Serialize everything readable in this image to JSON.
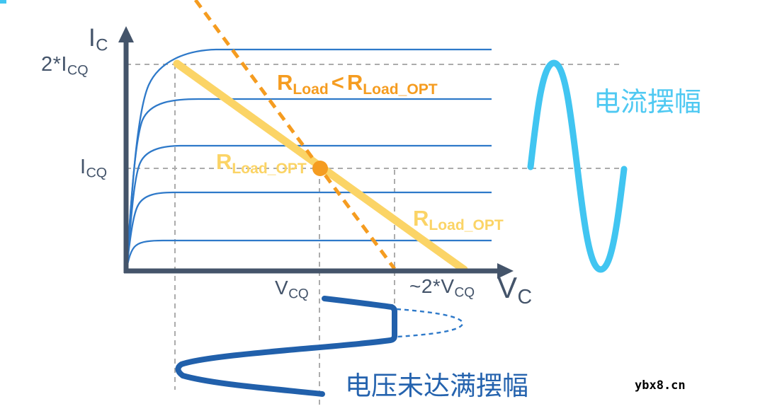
{
  "palette": {
    "background": "#FFFFFF",
    "axis_slate": "#44546A",
    "curve_blue": "#2E79C9",
    "load_line_yellow": "#FBD466",
    "load_line_orange": "#F59C20",
    "q_point_orange": "#F59C20",
    "swing_cyan": "#41C5F1",
    "wave_dark_blue": "#2160AB",
    "caption_blue": "#2563AE",
    "guide_gray": "#ACACAC",
    "watermark_black": "#000000"
  },
  "labels": {
    "y_axis": {
      "base": "I",
      "sub": "C"
    },
    "y_tick_2icq": {
      "base": "2*I",
      "sub": "CQ"
    },
    "y_tick_icq": {
      "base": "I",
      "sub": "CQ"
    },
    "x_tick_vcq": {
      "base": "V",
      "sub": "CQ"
    },
    "x_tick_2vcq": {
      "base": "~2*V",
      "sub": "CQ"
    },
    "x_axis": {
      "base": "V",
      "sub": "C"
    },
    "rload_less": {
      "r1": "R",
      "sub1": "Load",
      "cmp": "<",
      "r2": "R",
      "sub2": "Load_OPT"
    },
    "rload_opt_at_q": {
      "base": "R",
      "sub": "Load_OPT"
    },
    "rload_opt_line": {
      "base": "R",
      "sub": "Load_OPT"
    },
    "current_swing": "电流摆幅",
    "voltage_swing_caption": "电压未达满摆幅",
    "watermark": "ybx8.cn"
  },
  "icons": {
    "q_point": "orange-dot",
    "corner_mark": "cyan-corner-tab",
    "y_arrow": "up-arrowhead",
    "x_arrow": "right-arrowhead"
  }
}
